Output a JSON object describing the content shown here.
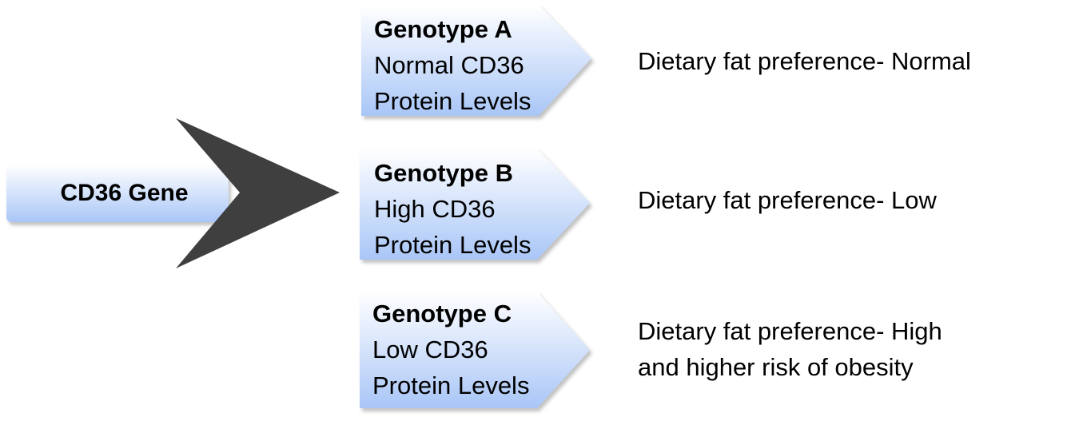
{
  "colors": {
    "box_fill_top": "#ffffff",
    "box_fill_bottom": "#a9c6f7",
    "shadow": "#c8c8c8",
    "arrow": "#3f3f3f",
    "text": "#000000"
  },
  "gene": {
    "label": "CD36 Gene"
  },
  "genotypes": [
    {
      "title": "Genotype A",
      "line1": "Normal CD36",
      "line2": "Protein Levels",
      "outcome_line1": "Dietary fat preference- Normal",
      "outcome_line2": ""
    },
    {
      "title": "Genotype B",
      "line1": "High CD36",
      "line2": "Protein Levels",
      "outcome_line1": "Dietary fat preference- Low",
      "outcome_line2": ""
    },
    {
      "title": "Genotype C",
      "line1": "Low CD36",
      "line2": "Protein Levels",
      "outcome_line1": "Dietary fat preference- High",
      "outcome_line2": "and higher risk of obesity"
    }
  ]
}
